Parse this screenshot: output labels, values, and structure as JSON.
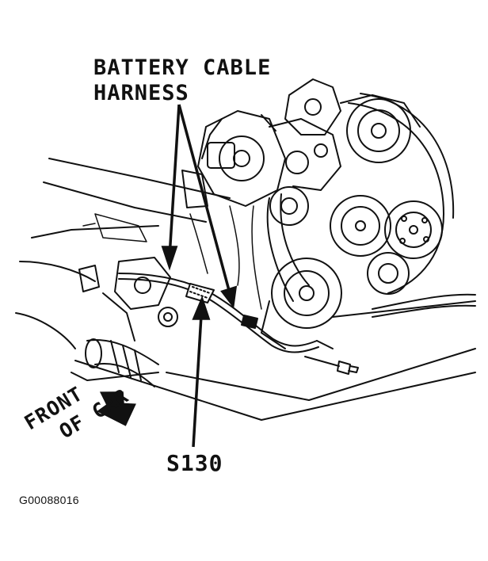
{
  "callouts": {
    "battery_cable_line1": "BATTERY CABLE",
    "battery_cable_line2": "HARNESS",
    "splice": "S130",
    "front_line1": "FRONT",
    "front_line2": "OF CAR"
  },
  "figure_id": "G00088016",
  "colors": {
    "ink": "#111111",
    "background": "#ffffff"
  }
}
